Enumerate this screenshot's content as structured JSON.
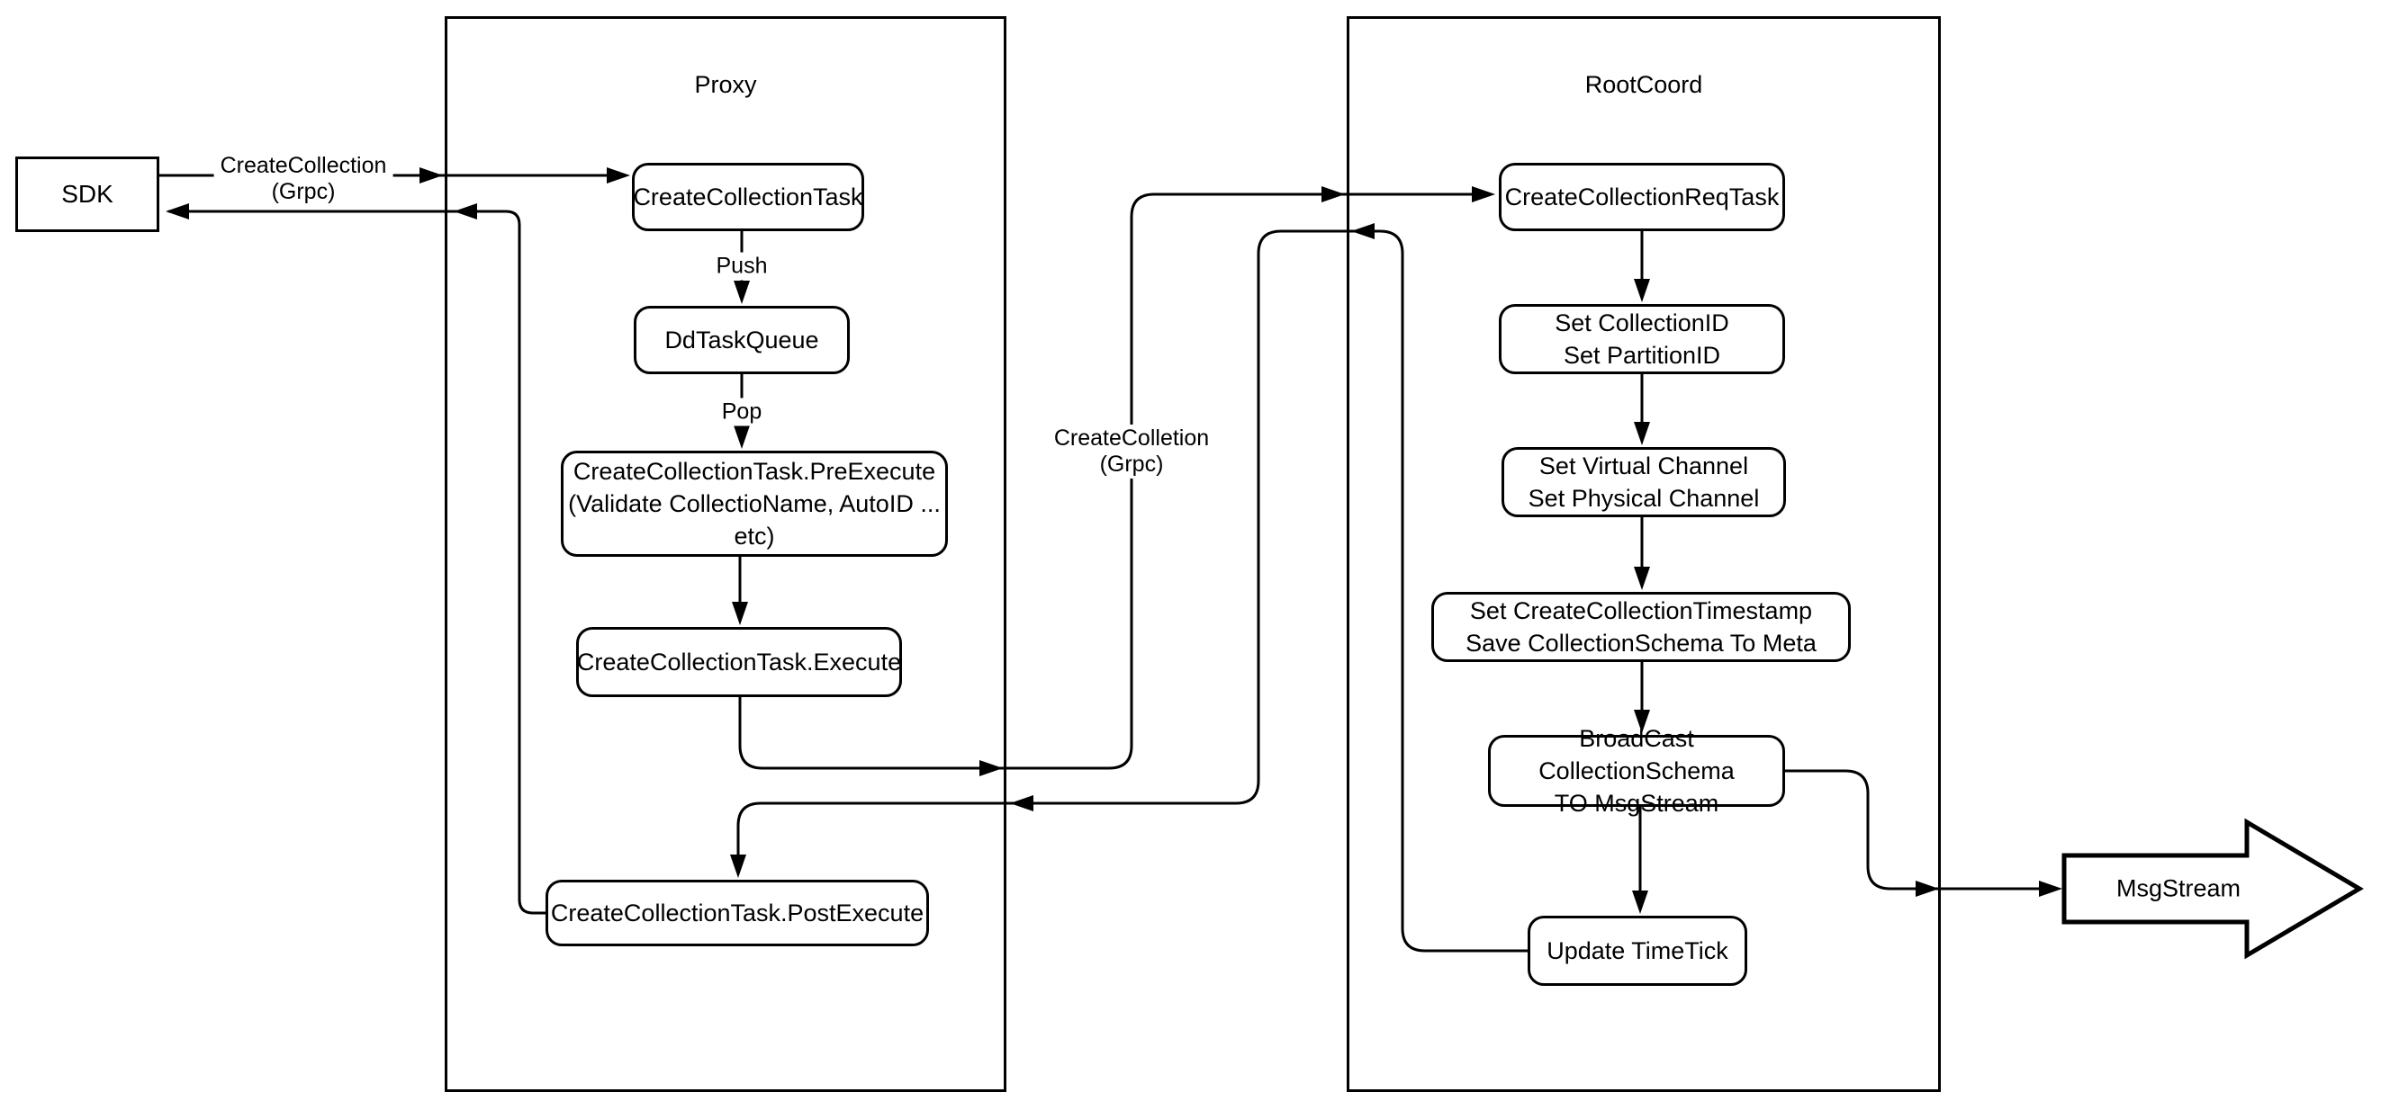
{
  "sdk": {
    "label": "SDK"
  },
  "edges": {
    "sdk_request": {
      "line1": "CreateCollection",
      "line2": "(Grpc)"
    },
    "push": "Push",
    "pop": "Pop",
    "rpc": {
      "line1": "CreateColletion",
      "line2": "(Grpc)"
    }
  },
  "proxy": {
    "title": "Proxy",
    "nodes": {
      "task": {
        "label": "CreateCollectionTask"
      },
      "queue": {
        "label": "DdTaskQueue"
      },
      "pre": {
        "line1": "CreateCollectionTask.PreExecute",
        "line2": "(Validate CollectioName, AutoID ... etc)"
      },
      "exec": {
        "label": "CreateCollectionTask.Execute"
      },
      "post": {
        "label": "CreateCollectionTask.PostExecute"
      }
    }
  },
  "rootcoord": {
    "title": "RootCoord",
    "nodes": {
      "req": {
        "label": "CreateCollectionReqTask"
      },
      "ids": {
        "line1": "Set CollectionID",
        "line2": "Set PartitionID"
      },
      "channels": {
        "line1": "Set Virtual Channel",
        "line2": "Set Physical Channel"
      },
      "timestamp": {
        "line1": "Set CreateCollectionTimestamp",
        "line2": "Save CollectionSchema To Meta"
      },
      "broadcast": {
        "line1": "BroadCast CollectionSchema",
        "line2": "TO MsgStream"
      },
      "timetick": {
        "label": "Update TimeTick"
      }
    }
  },
  "msgstream": {
    "label": "MsgStream"
  },
  "colors": {
    "stroke": "#000000",
    "fill": "#ffffff"
  }
}
